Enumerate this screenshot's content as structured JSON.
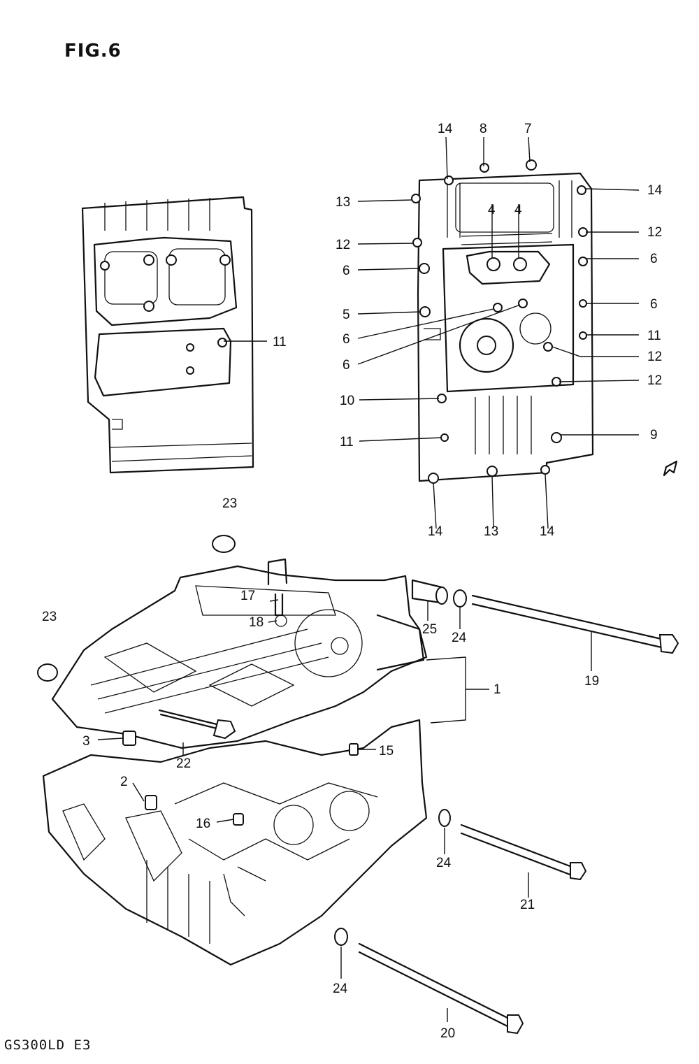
{
  "figure": {
    "title": "FIG.6",
    "model_code": "GS300LD  E3"
  },
  "callouts": [
    {
      "id": "c11a",
      "text": "11"
    },
    {
      "id": "c14a",
      "text": "14"
    },
    {
      "id": "c8",
      "text": "8"
    },
    {
      "id": "c7",
      "text": "7"
    },
    {
      "id": "c13a",
      "text": "13"
    },
    {
      "id": "c14b",
      "text": "14"
    },
    {
      "id": "c12a",
      "text": "12"
    },
    {
      "id": "c12b",
      "text": "12"
    },
    {
      "id": "c4a",
      "text": "4"
    },
    {
      "id": "c4b",
      "text": "4"
    },
    {
      "id": "c6a",
      "text": "6"
    },
    {
      "id": "c6b",
      "text": "6"
    },
    {
      "id": "c5",
      "text": "5"
    },
    {
      "id": "c6c",
      "text": "6"
    },
    {
      "id": "c6d",
      "text": "6"
    },
    {
      "id": "c11b",
      "text": "11"
    },
    {
      "id": "c6e",
      "text": "6"
    },
    {
      "id": "c12c",
      "text": "12"
    },
    {
      "id": "c12d",
      "text": "12"
    },
    {
      "id": "c10",
      "text": "10"
    },
    {
      "id": "c11c",
      "text": "11"
    },
    {
      "id": "c9",
      "text": "9"
    },
    {
      "id": "c14c",
      "text": "14"
    },
    {
      "id": "c13b",
      "text": "13"
    },
    {
      "id": "c14d",
      "text": "14"
    },
    {
      "id": "c23a",
      "text": "23"
    },
    {
      "id": "c17",
      "text": "17"
    },
    {
      "id": "c18",
      "text": "18"
    },
    {
      "id": "c25",
      "text": "25"
    },
    {
      "id": "c24a",
      "text": "24"
    },
    {
      "id": "c19",
      "text": "19"
    },
    {
      "id": "c23b",
      "text": "23"
    },
    {
      "id": "c1",
      "text": "1"
    },
    {
      "id": "c3",
      "text": "3"
    },
    {
      "id": "c22",
      "text": "22"
    },
    {
      "id": "c15",
      "text": "15"
    },
    {
      "id": "c2",
      "text": "2"
    },
    {
      "id": "c16",
      "text": "16"
    },
    {
      "id": "c24b",
      "text": "24"
    },
    {
      "id": "c21",
      "text": "21"
    },
    {
      "id": "c24c",
      "text": "24"
    },
    {
      "id": "c20",
      "text": "20"
    }
  ]
}
